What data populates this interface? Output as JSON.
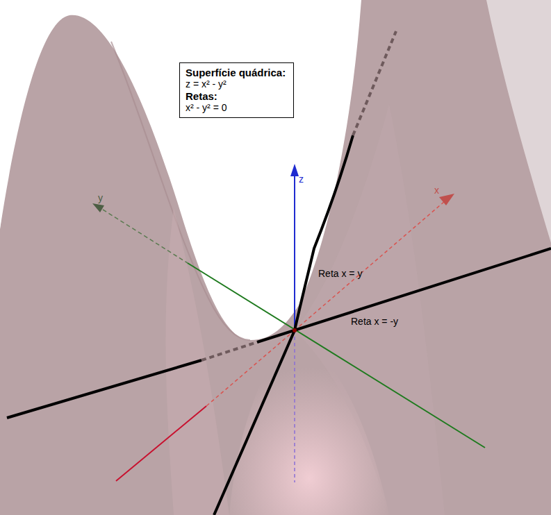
{
  "diagram": {
    "nodes": [
      {
        "text": [
          "Superfície quádrica:",
          "z = x² - y²",
          "Retas:",
          "x² - y² = 0"
        ]
      }
    ],
    "labels": [
      "z",
      "y",
      "x",
      "Reta x = y",
      "Reta x = -y"
    ]
  }
}
